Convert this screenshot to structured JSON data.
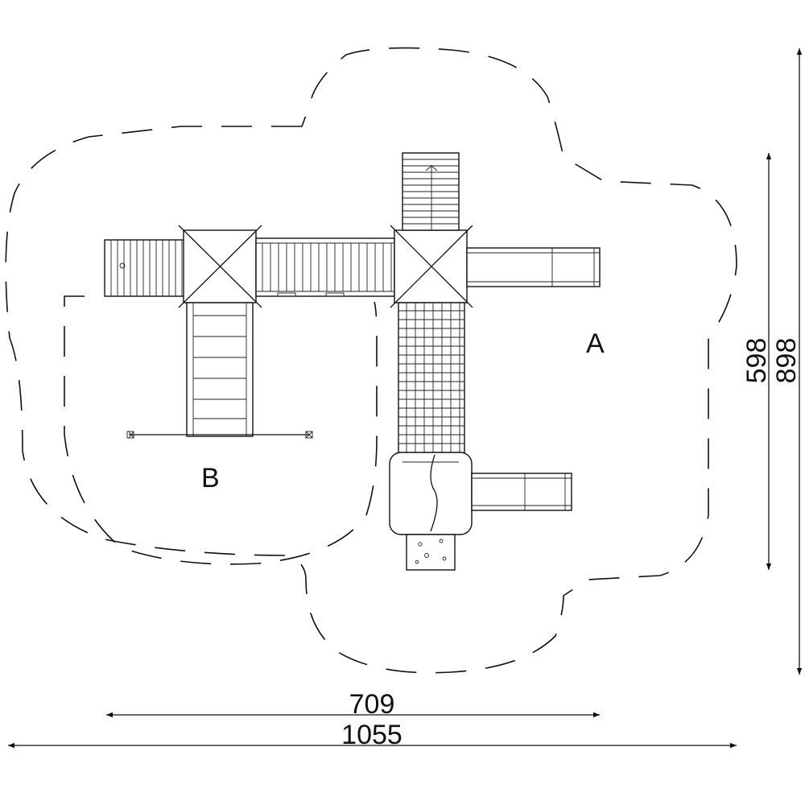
{
  "zones": {
    "a": "A",
    "b": "B"
  },
  "dimensions": {
    "width_inner": "709",
    "width_outer": "1055",
    "height_inner": "598",
    "height_outer": "898"
  }
}
